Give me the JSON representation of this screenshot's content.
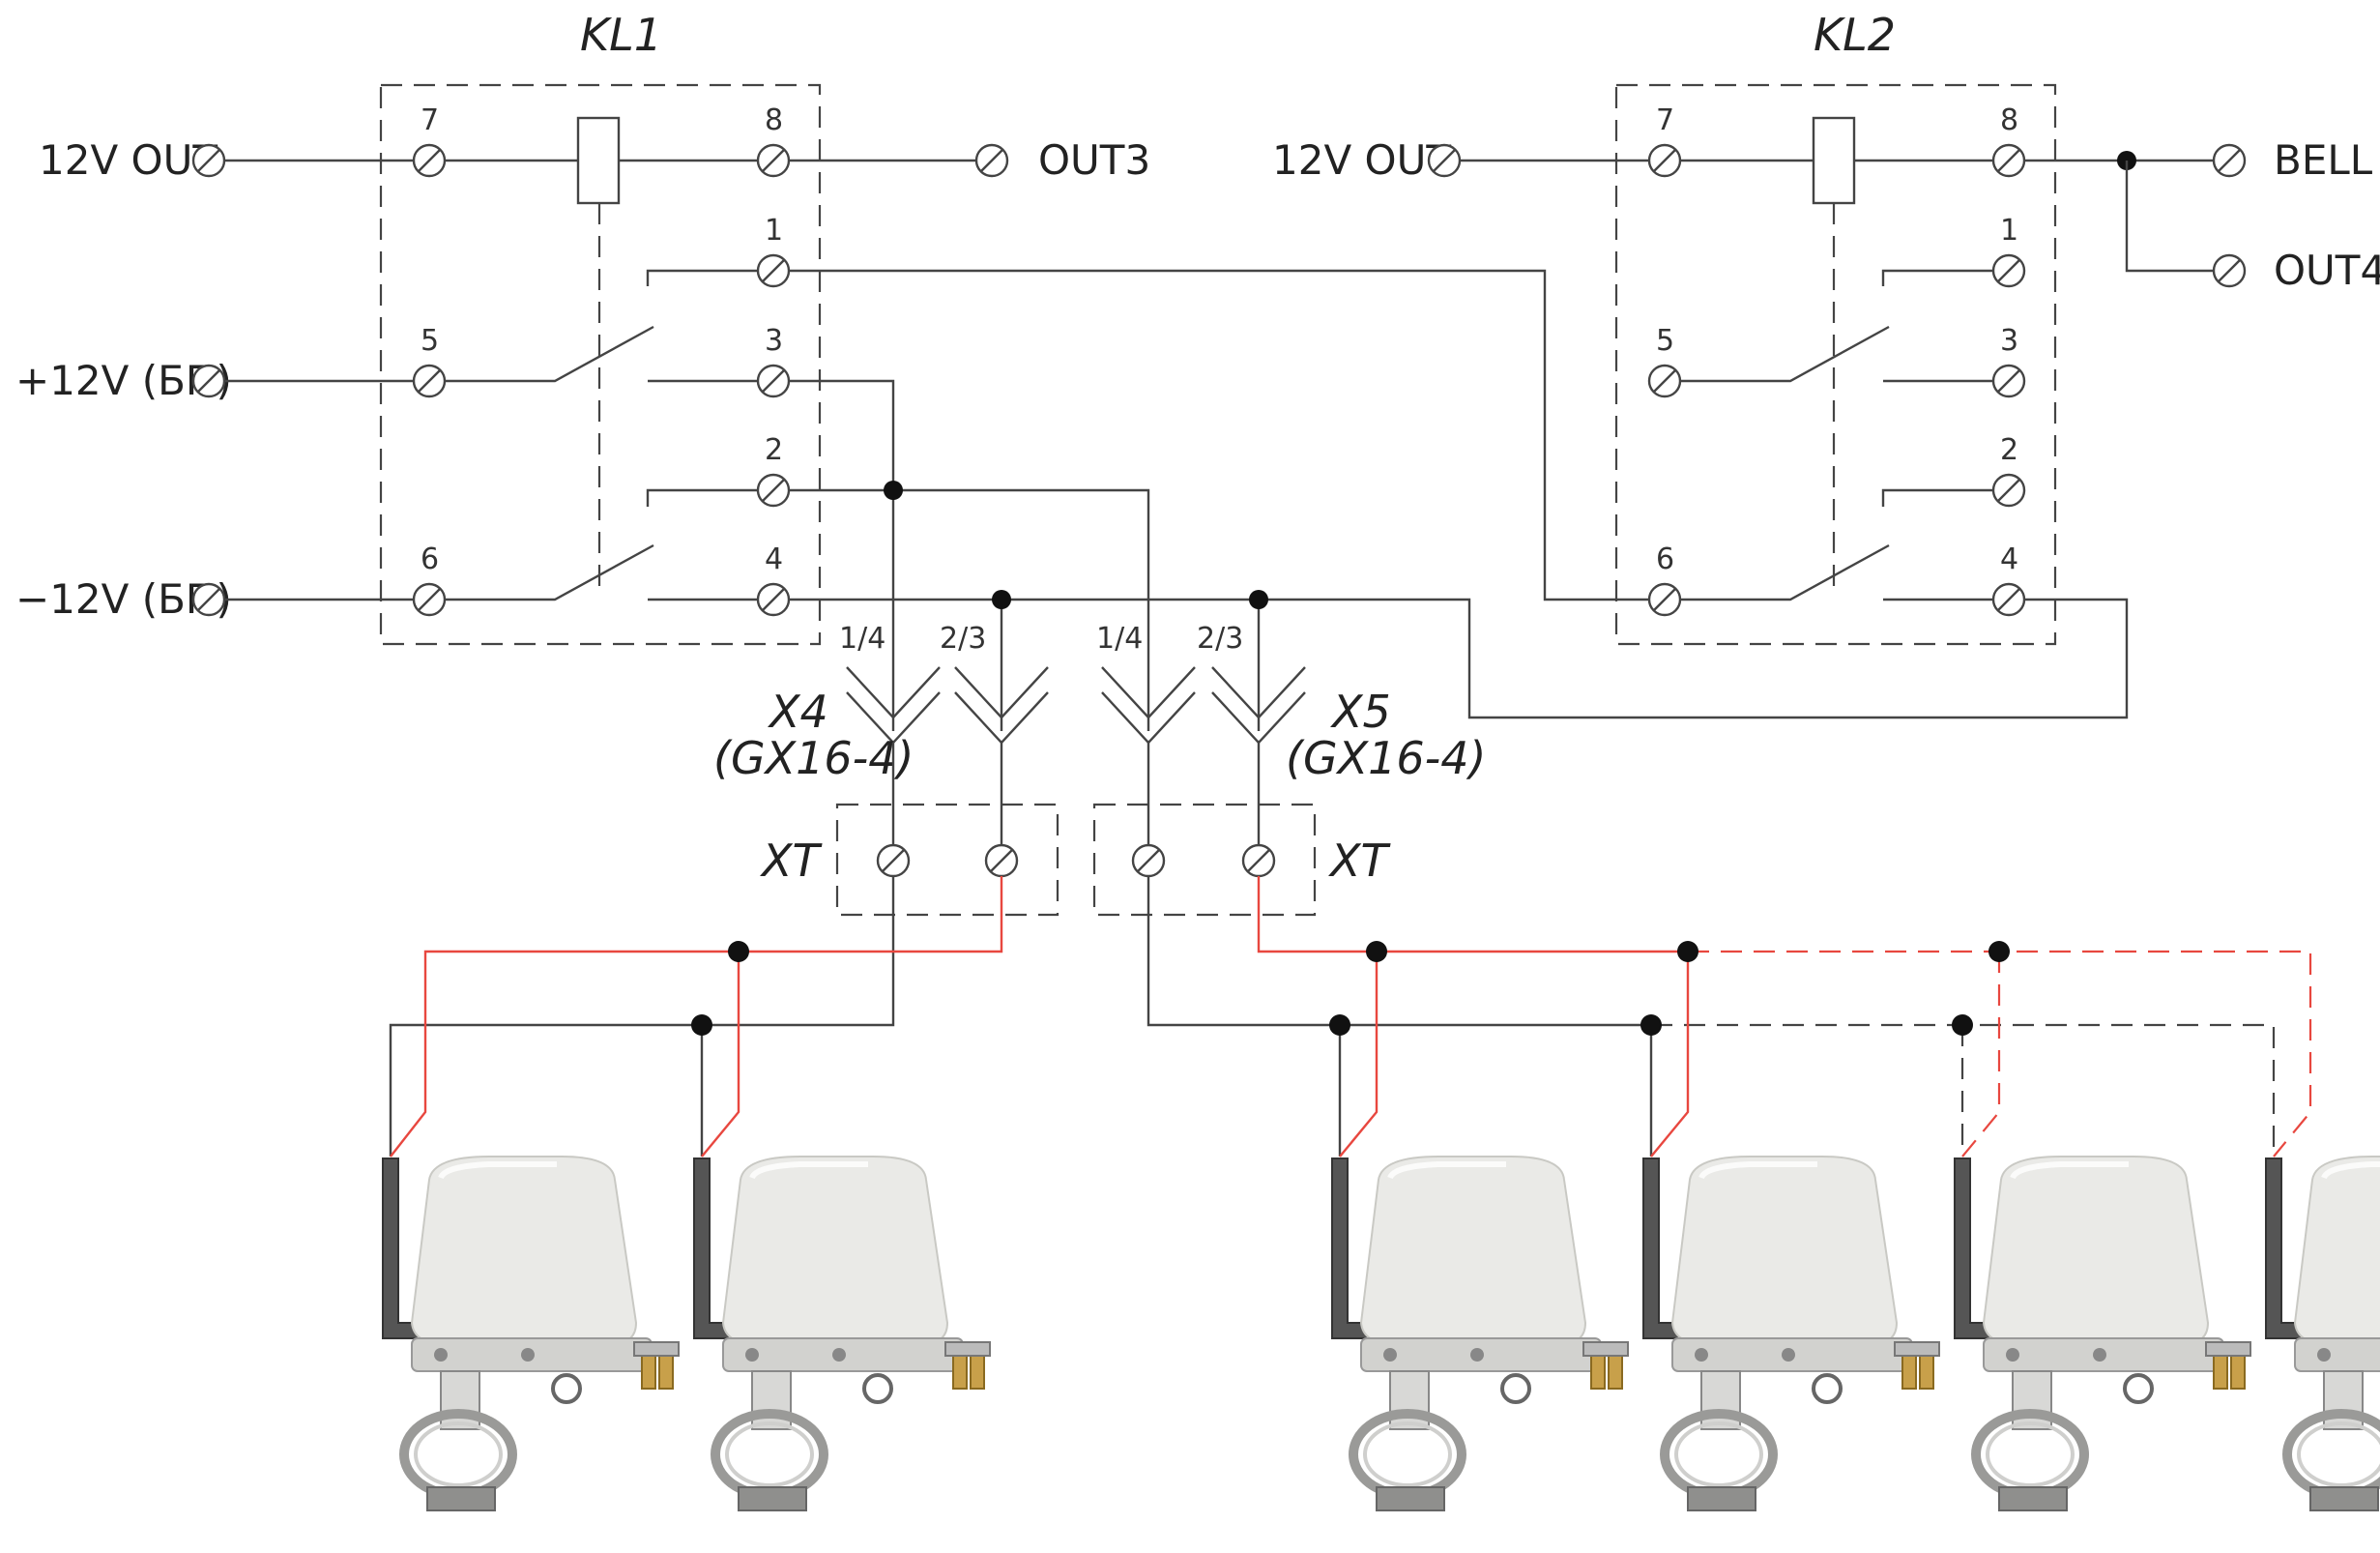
{
  "relays": {
    "kl1": {
      "name": "KL1",
      "pins": [
        "7",
        "8",
        "1",
        "5",
        "3",
        "2",
        "6",
        "4"
      ]
    },
    "kl2": {
      "name": "KL2",
      "pins": [
        "7",
        "8",
        "1",
        "5",
        "3",
        "2",
        "6",
        "4"
      ]
    }
  },
  "labels": {
    "kl1_12v_out": "12V OUT",
    "kl1_out3": "OUT3",
    "plus12": "+12V (БП)",
    "minus12": "−12V (БП)",
    "kl2_12v_out": "12V OUT",
    "bell": "BELL",
    "out4": "OUT4"
  },
  "connectors": {
    "x4": {
      "name": "X4",
      "type": "(GX16-4)",
      "pin_a": "1/4",
      "pin_b": "2/3",
      "terminal": "XT"
    },
    "x5": {
      "name": "X5",
      "type": "(GX16-4)",
      "pin_a": "1/4",
      "pin_b": "2/3",
      "terminal": "XT"
    }
  },
  "colors": {
    "wire": "#444444",
    "positive_wire": "#e8473f",
    "valve_body": "#e9e9e6",
    "bracket": "#555555"
  }
}
